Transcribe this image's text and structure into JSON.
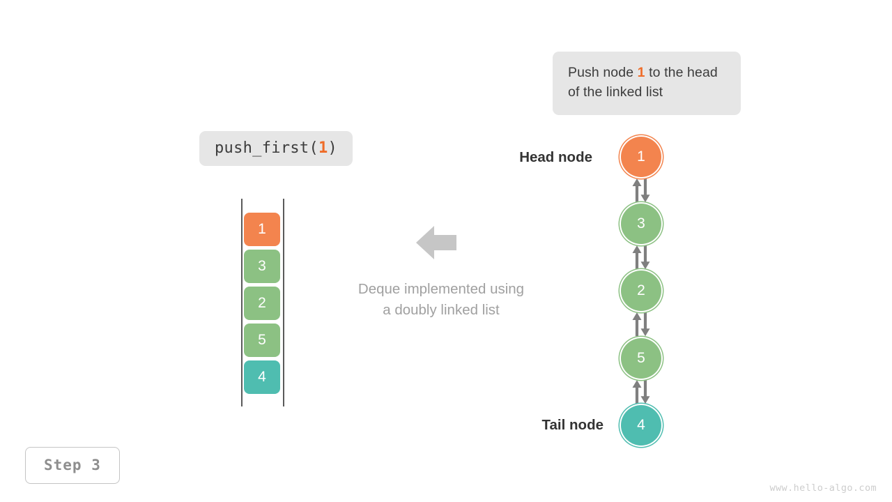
{
  "callout": {
    "prefix": "Push node ",
    "highlight": "1",
    "suffix": " to the head of the linked list"
  },
  "operation": {
    "prefix": "push_first(",
    "highlight": "1",
    "suffix": ")"
  },
  "array": {
    "cells": [
      {
        "value": "1",
        "color": "#f3844e"
      },
      {
        "value": "3",
        "color": "#8cc183"
      },
      {
        "value": "2",
        "color": "#8cc183"
      },
      {
        "value": "5",
        "color": "#8cc183"
      },
      {
        "value": "4",
        "color": "#4fbdb0"
      }
    ]
  },
  "caption": {
    "line1": "Deque implemented using",
    "line2": "a doubly linked list"
  },
  "linked_list": {
    "head_label": "Head node",
    "tail_label": "Tail node",
    "nodes": [
      {
        "value": "1",
        "color": "#f3844e"
      },
      {
        "value": "3",
        "color": "#8cc183"
      },
      {
        "value": "2",
        "color": "#8cc183"
      },
      {
        "value": "5",
        "color": "#8cc183"
      },
      {
        "value": "4",
        "color": "#4fbdb0"
      }
    ]
  },
  "step_badge": {
    "label": "Step 3"
  },
  "watermark": {
    "text": "www.hello-algo.com"
  },
  "colors": {
    "accent_orange": "#f3844e",
    "node_green": "#8cc183",
    "node_teal": "#4fbdb0",
    "chip_bg": "#e6e6e6",
    "arrow_gray": "#7f7f7f",
    "big_arrow_gray": "#c6c6c6"
  }
}
